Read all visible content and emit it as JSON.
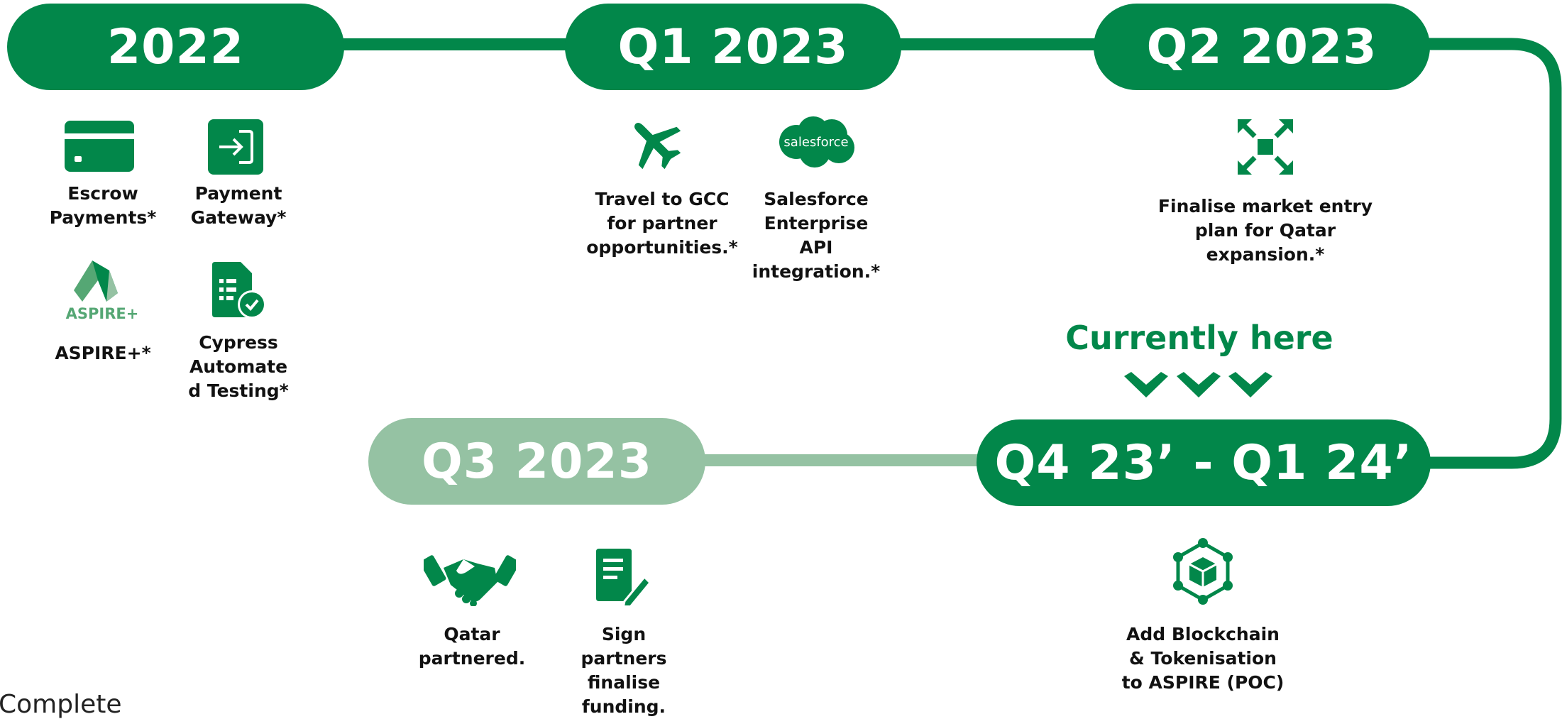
{
  "colors": {
    "accent": "#02874a",
    "accent_light": "#95c2a3",
    "text": "#111111"
  },
  "milestones": [
    {
      "label": "2022",
      "state": "complete"
    },
    {
      "label": "Q1 2023",
      "state": "complete"
    },
    {
      "label": "Q2 2023",
      "state": "complete"
    },
    {
      "label": "Q4 23’ - Q1 24’",
      "state": "current"
    },
    {
      "label": "Q3 2023",
      "state": "upcoming"
    }
  ],
  "items_2022": [
    {
      "icon": "card-icon",
      "label_lines": [
        "Escrow",
        "Payments*"
      ]
    },
    {
      "icon": "login-icon",
      "label_lines": [
        "Payment",
        "Gateway*"
      ]
    },
    {
      "icon": "aspire-logo",
      "logo_text": "ASPIRE+",
      "label_lines": [
        "ASPIRE+*"
      ]
    },
    {
      "icon": "document-check-icon",
      "label_lines": [
        "Cypress",
        "Automate",
        "d Testing*"
      ]
    }
  ],
  "items_q1_2023": [
    {
      "icon": "airplane-icon",
      "label_lines": [
        "Travel to GCC",
        "for partner",
        "opportunities.*"
      ]
    },
    {
      "icon": "salesforce-logo",
      "logo_text": "salesforce",
      "label_lines": [
        "Salesforce",
        "Enterprise",
        "API",
        "integration.*"
      ]
    }
  ],
  "items_q2_2023": [
    {
      "icon": "expand-arrows-icon",
      "label_lines": [
        "Finalise market entry",
        "plan for Qatar",
        "expansion.*"
      ]
    }
  ],
  "items_q4": [
    {
      "icon": "blockchain-icon",
      "label_lines": [
        "Add Blockchain",
        "& Tokenisation",
        "to ASPIRE (POC)"
      ]
    }
  ],
  "items_q3_2023": [
    {
      "icon": "handshake-icon",
      "label_lines": [
        "Qatar",
        "partnered."
      ]
    },
    {
      "icon": "document-sign-icon",
      "label_lines": [
        "Sign",
        "partners",
        "finalise",
        "funding."
      ]
    }
  ],
  "current_marker": {
    "text": "Currently here",
    "icon": "chevron-down-icon"
  },
  "footer": {
    "text": "Complete"
  }
}
